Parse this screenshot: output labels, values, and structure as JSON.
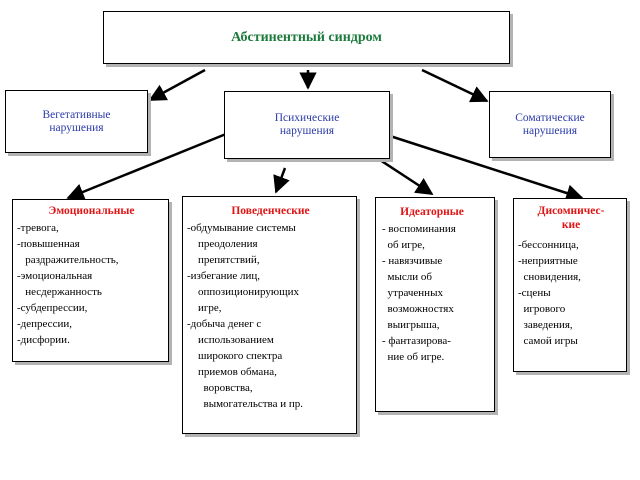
{
  "title": "Абстинентный синдром",
  "mid": {
    "left": [
      "Вегетативные",
      "нарушения"
    ],
    "center": [
      "Психические",
      "нарушения"
    ],
    "right": [
      "Соматические",
      "нарушения"
    ]
  },
  "categories": [
    {
      "head": [
        "Эмоциональные"
      ],
      "items": [
        "-тревога,",
        "-повышенная",
        "   раздражительность,",
        "-эмоциональная",
        "   несдержанность",
        "-субдепрессии,",
        "-депрессии,",
        "-дисфории."
      ]
    },
    {
      "head": [
        "Поведенческие"
      ],
      "items": [
        "-обдумывание системы",
        "    преодоления",
        "    препятствий,",
        "-избегание лиц,",
        "    оппозиционирующих",
        "    игре,",
        "-добыча денег с",
        "    использованием",
        "    широкого спектра",
        "    приемов обмана,",
        "      воровства,",
        "      вымогательства и пр."
      ]
    },
    {
      "head": [
        "Идеаторные"
      ],
      "items": [
        "- воспоминания",
        "  об игре,",
        "- навязчивые",
        "  мысли об",
        "  утраченных",
        "  возможностях",
        "  выигрыша,",
        "- фантазирова-",
        "  ние об игре."
      ]
    },
    {
      "head": [
        "Дисомничес-",
        "кие"
      ],
      "items": [
        "-бессонница,",
        "-неприятные",
        "  сновидения,",
        "-сцены",
        "  игрового",
        "  заведения,",
        "  самой игры"
      ]
    }
  ]
}
